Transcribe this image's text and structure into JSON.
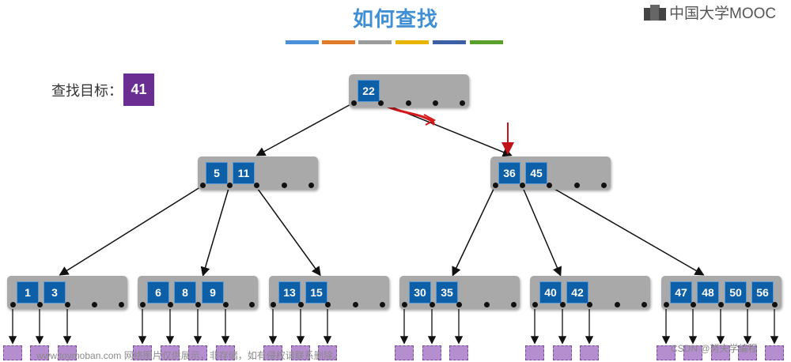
{
  "title": "如何查找",
  "logo_text": "中国大学MOOC",
  "target": {
    "label": "查找目标：",
    "value": "41"
  },
  "color_bars": [
    "#4a90d9",
    "#e07b2a",
    "#9b9b9b",
    "#e8b400",
    "#3d5fa8",
    "#5aa02c"
  ],
  "root": {
    "keys": [
      "22"
    ]
  },
  "level2": [
    {
      "keys": [
        "5",
        "11"
      ]
    },
    {
      "keys": [
        "36",
        "45"
      ]
    }
  ],
  "leaves": [
    {
      "keys": [
        "1",
        "3"
      ]
    },
    {
      "keys": [
        "6",
        "8",
        "9"
      ]
    },
    {
      "keys": [
        "13",
        "15"
      ]
    },
    {
      "keys": [
        "30",
        "35"
      ]
    },
    {
      "keys": [
        "40",
        "42"
      ]
    },
    {
      "keys": [
        "47",
        "48",
        "50",
        "56"
      ]
    }
  ],
  "watermarks": {
    "left": "www.toymoban.com 网络图片仅供展示，非存储，如有侵权请联系删除。",
    "right": "CSDN @努夫学编程"
  },
  "colors": {
    "key": "#0d5fa8",
    "node": "#a9a9a9",
    "target": "#6a2d91",
    "highlight": "#d7191c"
  }
}
